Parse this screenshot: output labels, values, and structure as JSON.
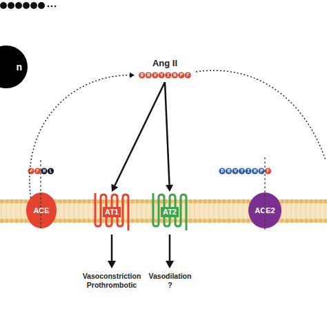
{
  "diagram": {
    "nodes": [
      {
        "text": [
          "n"
        ]
      },
      {
        "text": [
          "Ang II",
          "DRVYIHPF"
        ]
      },
      {
        "text": [
          "ACE"
        ]
      },
      {
        "text": [
          "AT1"
        ]
      },
      {
        "text": [
          "AT2"
        ]
      },
      {
        "text": [
          "ACE2"
        ]
      }
    ],
    "edges": [
      {
        "from": 2,
        "to": 1,
        "arrow": "to"
      },
      {
        "from": 1,
        "to": 3,
        "arrow": "to"
      },
      {
        "from": 1,
        "to": 4,
        "arrow": "to"
      }
    ],
    "labels": [
      "PFHL",
      "DRVYIHPF",
      "Vasoconstriction Prothrombotic",
      "Vasodilation ?"
    ]
  }
}
